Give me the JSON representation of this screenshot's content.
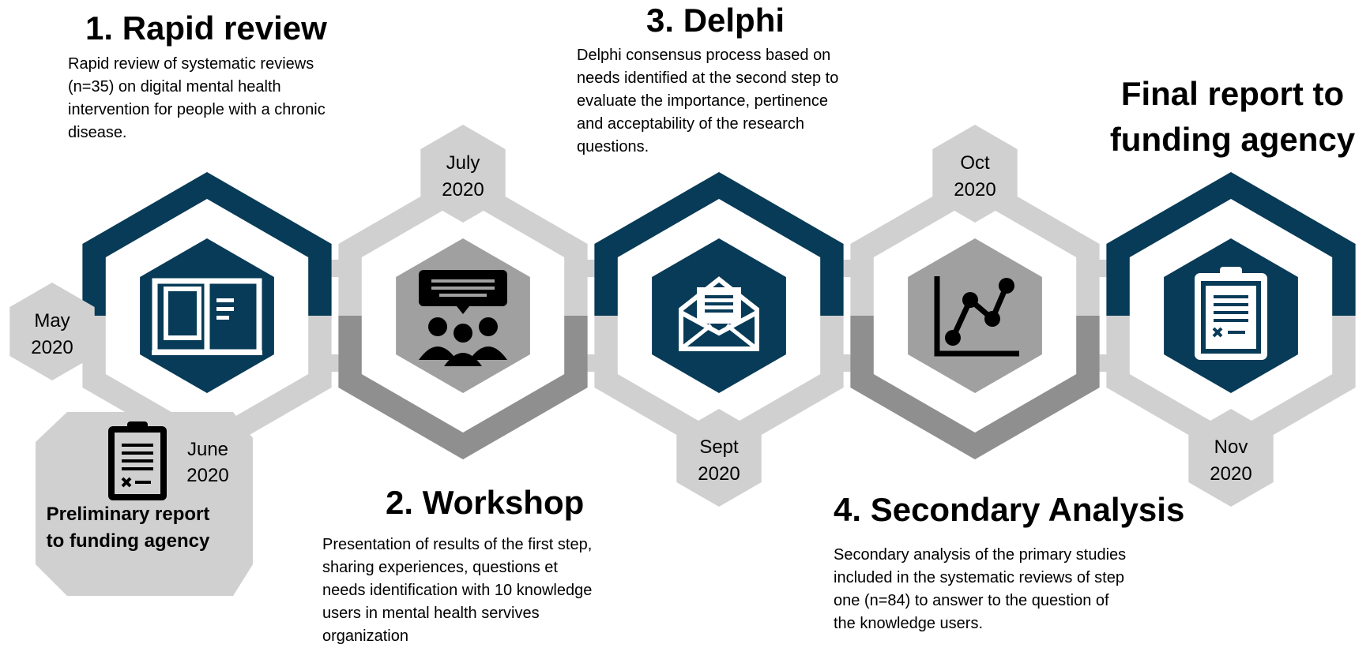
{
  "colors": {
    "navy": "#073b57",
    "dark_gray": "#8f8f8f",
    "light_gray": "#d0d0d0",
    "mid_gray": "#a0a0a0",
    "white": "#ffffff"
  },
  "steps": [
    {
      "title": "1. Rapid review",
      "description": "Rapid review of systematic reviews (n=35) on digital mental health intervention for people with a chronic disease.",
      "icon": "open-book-icon"
    },
    {
      "title": "2. Workshop",
      "description": "Presentation of results of the first step, sharing experiences, questions et needs identification with 10 knowledge users in mental health servives organization",
      "icon": "group-discussion-icon"
    },
    {
      "title": "3. Delphi",
      "description": "Delphi consensus process based on needs identified at the second step to evaluate the importance, pertinence and acceptability of the research questions.",
      "icon": "open-envelope-icon"
    },
    {
      "title": "4. Secondary Analysis",
      "description": "Secondary analysis of the primary studies included in the systematic reviews of step one (n=84) to answer to the question of the knowledge users.",
      "icon": "line-chart-icon"
    },
    {
      "title": "Final report to funding agency",
      "icon": "clipboard-report-icon"
    }
  ],
  "dates": [
    {
      "month": "May",
      "year": "2020"
    },
    {
      "month": "June",
      "year": "2020"
    },
    {
      "month": "July",
      "year": "2020"
    },
    {
      "month": "Sept",
      "year": "2020"
    },
    {
      "month": "Oct",
      "year": "2020"
    },
    {
      "month": "Nov",
      "year": "2020"
    }
  ],
  "preliminary": {
    "label": "Preliminary report to funding agency",
    "icon": "clipboard-report-icon"
  }
}
